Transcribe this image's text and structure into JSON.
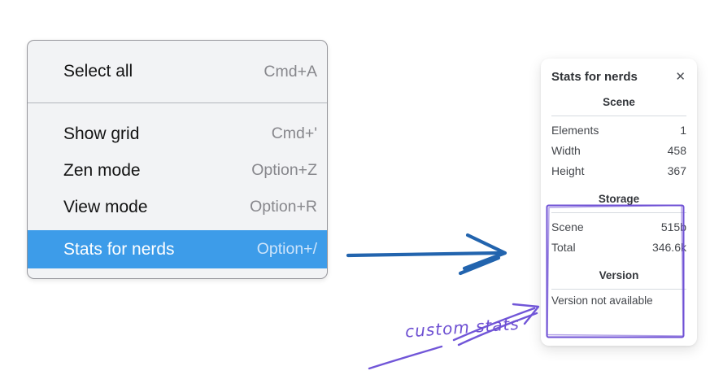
{
  "colors": {
    "menu_highlight_blue": "#3d9ce9",
    "flow_arrow_blue": "#2264ae",
    "annotation_purple": "#6d4fd2"
  },
  "context_menu": {
    "groups": [
      {
        "items": [
          {
            "label": "Select all",
            "shortcut": "Cmd+A"
          }
        ]
      },
      {
        "items": [
          {
            "label": "Show grid",
            "shortcut": "Cmd+'"
          },
          {
            "label": "Zen mode",
            "shortcut": "Option+Z"
          },
          {
            "label": "View mode",
            "shortcut": "Option+R"
          },
          {
            "label": "Stats for nerds",
            "shortcut": "Option+/",
            "selected": true
          }
        ]
      }
    ]
  },
  "stats_panel": {
    "title": "Stats for nerds",
    "close_icon": "✕",
    "sections": [
      {
        "heading": "Scene",
        "rows": [
          {
            "label": "Elements",
            "value": "1"
          },
          {
            "label": "Width",
            "value": "458"
          },
          {
            "label": "Height",
            "value": "367"
          }
        ]
      },
      {
        "heading": "Storage",
        "rows": [
          {
            "label": "Scene",
            "value": "515b"
          },
          {
            "label": "Total",
            "value": "346.6k"
          }
        ]
      },
      {
        "heading": "Version",
        "note": "Version not available"
      }
    ]
  },
  "annotation": {
    "label": "custom stats"
  }
}
